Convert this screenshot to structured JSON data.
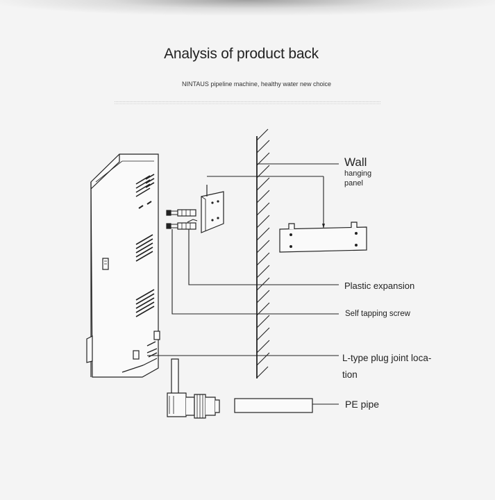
{
  "header": {
    "title": "Analysis of product back",
    "subtitle": "NINTAUS pipeline machine, healthy water new choice"
  },
  "labels": {
    "wall": "Wall",
    "hanging_panel_line1": "hanging",
    "hanging_panel_line2": "panel",
    "plastic_expansion": "Plastic expansion",
    "self_tapping_screw": "Self tapping screw",
    "l_type_line1": "L-type plug joint loca-",
    "l_type_line2": "tion",
    "pe_pipe": "PE pipe"
  },
  "colors": {
    "ink": "#222222",
    "background": "#f4f4f4"
  }
}
